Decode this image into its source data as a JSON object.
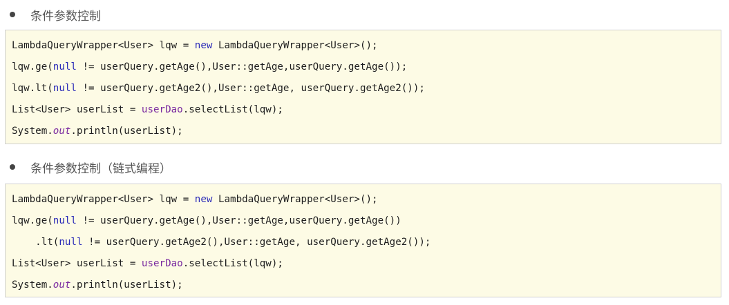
{
  "sections": [
    {
      "title": "条件参数控制",
      "code": [
        {
          "segments": [
            {
              "text": "LambdaQueryWrapper<User> lqw = ",
              "style": "plain"
            },
            {
              "text": "new",
              "style": "keyword"
            },
            {
              "text": " LambdaQueryWrapper<User>();",
              "style": "plain"
            }
          ]
        },
        {
          "segments": [
            {
              "text": "lqw.ge(",
              "style": "plain"
            },
            {
              "text": "null",
              "style": "keyword"
            },
            {
              "text": " != userQuery.getAge(),User::getAge,userQuery.getAge());",
              "style": "plain"
            }
          ]
        },
        {
          "segments": [
            {
              "text": "lqw.lt(",
              "style": "plain"
            },
            {
              "text": "null",
              "style": "keyword"
            },
            {
              "text": " != userQuery.getAge2(),User::getAge, userQuery.getAge2());",
              "style": "plain"
            }
          ]
        },
        {
          "segments": [
            {
              "text": "List<User> userList = ",
              "style": "plain"
            },
            {
              "text": "userDao",
              "style": "field"
            },
            {
              "text": ".selectList(lqw);",
              "style": "plain"
            }
          ]
        },
        {
          "segments": [
            {
              "text": "System.",
              "style": "plain"
            },
            {
              "text": "out",
              "style": "static-field"
            },
            {
              "text": ".println(userList);",
              "style": "plain"
            }
          ]
        }
      ]
    },
    {
      "title": "条件参数控制（链式编程）",
      "code": [
        {
          "segments": [
            {
              "text": "LambdaQueryWrapper<User> lqw = ",
              "style": "plain"
            },
            {
              "text": "new",
              "style": "keyword"
            },
            {
              "text": " LambdaQueryWrapper<User>();",
              "style": "plain"
            }
          ]
        },
        {
          "segments": [
            {
              "text": "lqw.ge(",
              "style": "plain"
            },
            {
              "text": "null",
              "style": "keyword"
            },
            {
              "text": " != userQuery.getAge(),User::getAge,userQuery.getAge())",
              "style": "plain"
            }
          ]
        },
        {
          "segments": [
            {
              "text": "    .lt(",
              "style": "plain"
            },
            {
              "text": "null",
              "style": "keyword"
            },
            {
              "text": " != userQuery.getAge2(),User::getAge, userQuery.getAge2());",
              "style": "plain"
            }
          ]
        },
        {
          "segments": [
            {
              "text": "List<User> userList = ",
              "style": "plain"
            },
            {
              "text": "userDao",
              "style": "field"
            },
            {
              "text": ".selectList(lqw);",
              "style": "plain"
            }
          ]
        },
        {
          "segments": [
            {
              "text": "System.",
              "style": "plain"
            },
            {
              "text": "out",
              "style": "static-field"
            },
            {
              "text": ".println(userList);",
              "style": "plain"
            }
          ]
        }
      ]
    }
  ],
  "colors": {
    "code_background": "#fdfbe5",
    "keyword": "#2b2bb8",
    "field": "#7a2aa0",
    "title_text": "#555555"
  }
}
